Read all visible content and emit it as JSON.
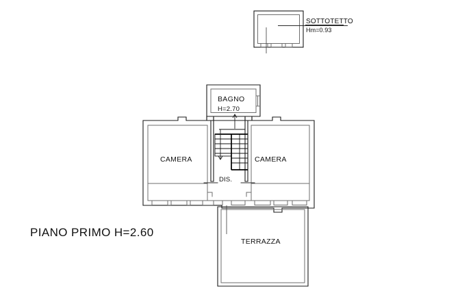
{
  "drawing": {
    "type": "architectural-floor-plan",
    "title": "PIANO PRIMO H=2.60",
    "background_color": "#ffffff",
    "line_color": "#1a1a1a"
  },
  "attic": {
    "label": "SOTTOTETTO",
    "height_note": "Hm=0.93"
  },
  "rooms": {
    "bathroom": {
      "label": "BAGNO",
      "height_note": "H=2.70"
    },
    "bedroom_left": {
      "label": "CAMERA"
    },
    "bedroom_right": {
      "label": "CAMERA"
    },
    "hallway": {
      "label": "DIS."
    },
    "terrace": {
      "label": "TERRAZZA"
    }
  },
  "features": {
    "staircase": "staircase-icon",
    "door_swing": "door-arrow-icon",
    "section_axis": "section-axis-line"
  }
}
